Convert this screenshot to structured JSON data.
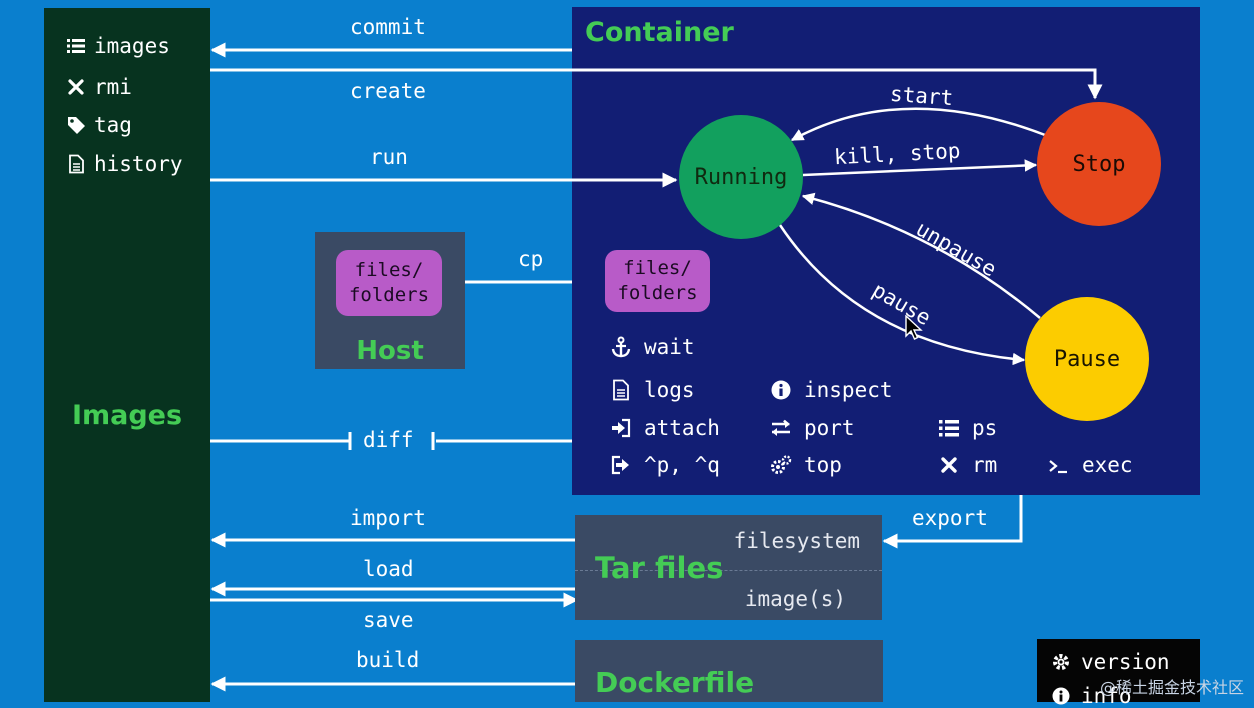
{
  "images_panel": {
    "items": [
      {
        "label": "images",
        "icon": "list-icon"
      },
      {
        "label": "rmi",
        "icon": "x-icon"
      },
      {
        "label": "tag",
        "icon": "tag-icon"
      },
      {
        "label": "history",
        "icon": "document-icon"
      }
    ],
    "title": "Images"
  },
  "container_panel": {
    "title": "Container",
    "states": {
      "running": "Running",
      "stop": "Stop",
      "pause": "Pause"
    },
    "transitions": {
      "start": "start",
      "kill_stop": "kill, stop",
      "unpause": "unpause",
      "pause": "pause"
    },
    "files_label": "files/\nfolders",
    "commands": [
      {
        "label": "wait",
        "icon": "anchor-icon"
      },
      {
        "label": "logs",
        "icon": "document-icon"
      },
      {
        "label": "inspect",
        "icon": "info-icon"
      },
      {
        "label": "attach",
        "icon": "sign-in-icon"
      },
      {
        "label": "port",
        "icon": "exchange-icon"
      },
      {
        "label": "ps",
        "icon": "list-icon"
      },
      {
        "label": "^p, ^q",
        "icon": "sign-out-icon"
      },
      {
        "label": "top",
        "icon": "gears-icon"
      },
      {
        "label": "rm",
        "icon": "x-icon"
      },
      {
        "label": "exec",
        "icon": "terminal-icon"
      }
    ]
  },
  "host_panel": {
    "title": "Host",
    "files_label": "files/\nfolders"
  },
  "arrows": {
    "commit": "commit",
    "create": "create",
    "run": "run",
    "cp": "cp",
    "diff": "diff",
    "import": "import",
    "export": "export",
    "load": "load",
    "save": "save",
    "build": "build"
  },
  "tar_panel": {
    "title": "Tar files",
    "filesystem": "filesystem",
    "images": "image(s)"
  },
  "dockerfile_panel": {
    "title": "Dockerfile"
  },
  "misc_panel": {
    "items": [
      {
        "label": "version",
        "icon": "gear-icon"
      },
      {
        "label": "info",
        "icon": "info-icon"
      }
    ]
  },
  "watermark": "@稀土掘金技术社区",
  "colors": {
    "background": "#0a7fce",
    "images_panel": "#07331f",
    "container_panel": "#121e74",
    "accent_green": "#44cc55",
    "running": "#12a05e",
    "stop": "#e6471c",
    "pause": "#fccc00",
    "files_box": "#b85bc8",
    "gray_panel": "#3a4a64"
  }
}
